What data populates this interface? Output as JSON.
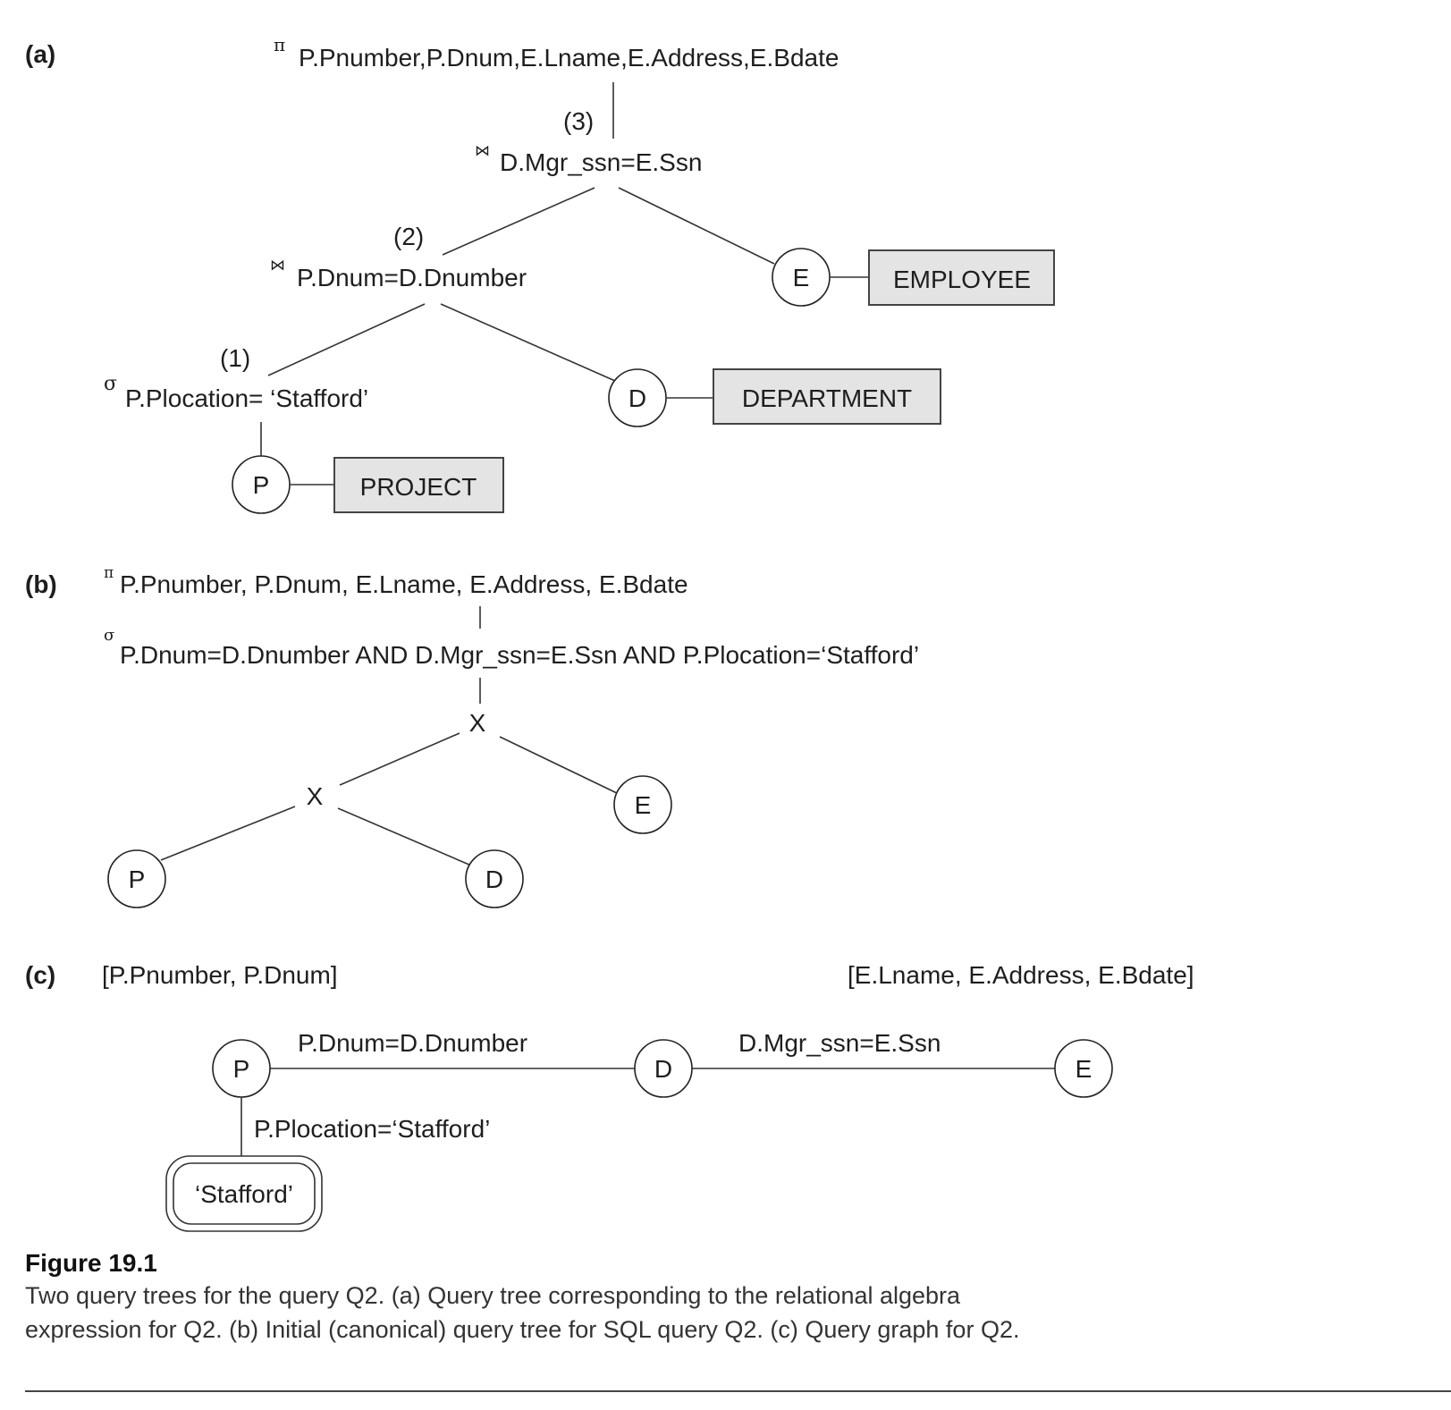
{
  "panel_a": {
    "label": "(a)",
    "projection_symbol": "π",
    "projection": "P.Pnumber,P.Dnum,E.Lname,E.Address,E.Bdate",
    "step3": "(3)",
    "join_symbol": "⋈",
    "join_top": "D.Mgr_ssn=E.Ssn",
    "step2": "(2)",
    "join_mid": "P.Dnum=D.Dnumber",
    "step1": "(1)",
    "select_symbol": "σ",
    "selection": "P.Plocation= ‘Stafford’",
    "node_e": "E",
    "table_e": "EMPLOYEE",
    "node_d": "D",
    "table_d": "DEPARTMENT",
    "node_p": "P",
    "table_p": "PROJECT"
  },
  "panel_b": {
    "label": "(b)",
    "projection_symbol": "π",
    "projection": "P.Pnumber, P.Dnum, E.Lname, E.Address, E.Bdate",
    "select_symbol": "σ",
    "selection": "P.Dnum=D.Dnumber AND D.Mgr_ssn=E.Ssn AND P.Plocation=‘Stafford’",
    "cross_top": "X",
    "cross_mid": "X",
    "node_e": "E",
    "node_p": "P",
    "node_d": "D"
  },
  "panel_c": {
    "label": "(c)",
    "attrs_left": "[P.Pnumber, P.Dnum]",
    "attrs_right": "[E.Lname, E.Address, E.Bdate]",
    "node_p": "P",
    "node_d": "D",
    "node_e": "E",
    "edge_pd": "P.Dnum=D.Dnumber",
    "edge_de": "D.Mgr_ssn=E.Ssn",
    "edge_const": "P.Plocation=‘Stafford’",
    "constant": "‘Stafford’"
  },
  "caption": {
    "title": "Figure 19.1",
    "line1": "Two query trees for the query Q2. (a) Query tree corresponding to the relational algebra",
    "line2": "expression for Q2. (b) Initial (canonical) query tree for SQL query Q2. (c) Query graph for Q2."
  }
}
